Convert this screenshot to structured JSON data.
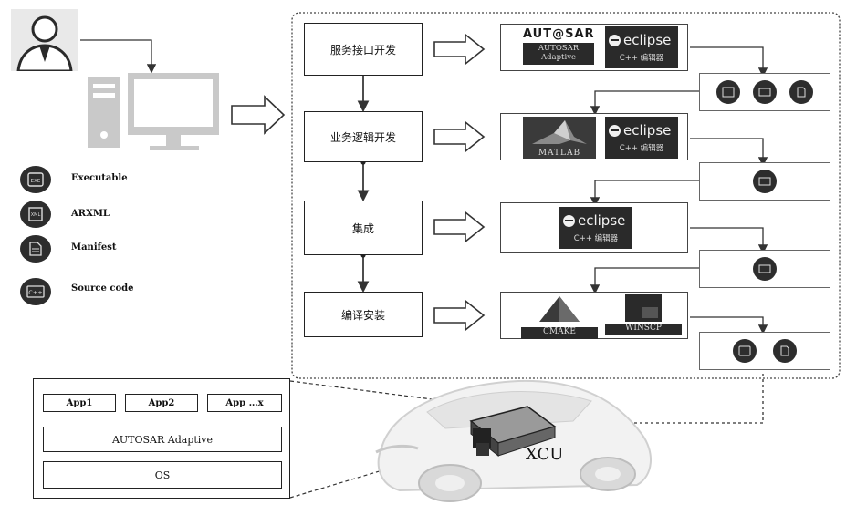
{
  "steps": [
    {
      "label": "服务接口开发"
    },
    {
      "label": "业务逻辑开发"
    },
    {
      "label": "集成"
    },
    {
      "label": "编译安装"
    }
  ],
  "tools": {
    "autosar_logo": "AUT@SAR",
    "autosar_sub1": "AUTOSAR",
    "autosar_sub2": "Adaptive",
    "eclipse": "eclipse",
    "eclipse_sub": "C++ 编辑器",
    "matlab": "MATLAB",
    "cmake": "CMAKE",
    "winscp": "WINSCP"
  },
  "legend": [
    {
      "label": "Executable",
      "icon": "executable-icon"
    },
    {
      "label": "ARXML",
      "icon": "arxml-icon"
    },
    {
      "label": "Manifest",
      "icon": "manifest-icon"
    },
    {
      "label": "Source code",
      "icon": "source-code-icon"
    }
  ],
  "icon_glyphs": {
    "source": "C++",
    "exe": "EXE",
    "xml": "XML"
  },
  "software_stack": {
    "apps": [
      "App1",
      "App2",
      "App …x"
    ],
    "middleware": "AUTOSAR  Adaptive",
    "os": "OS"
  },
  "target": "XCU"
}
